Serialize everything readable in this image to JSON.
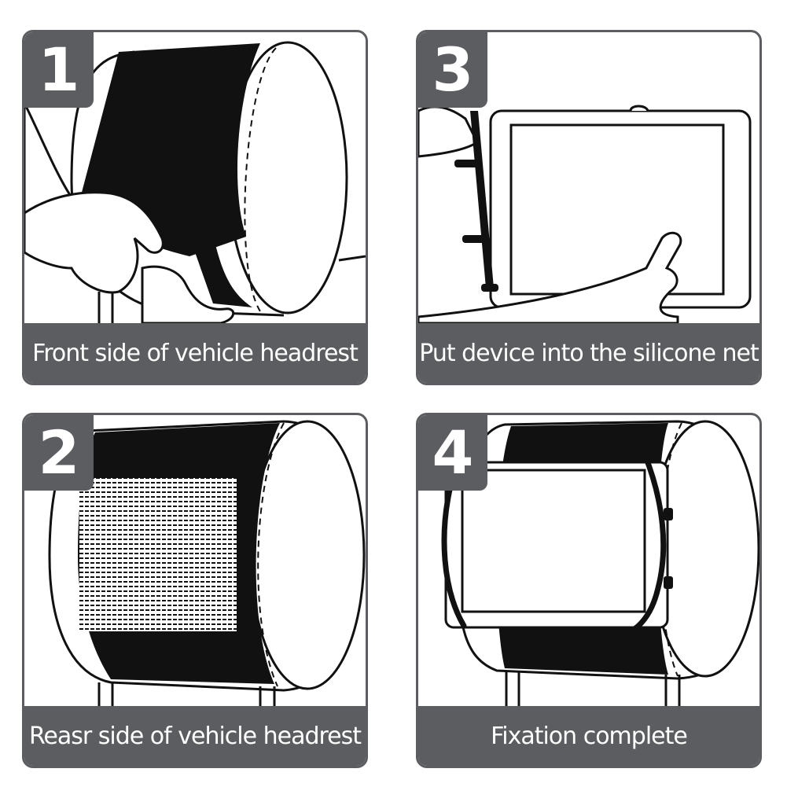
{
  "steps": [
    {
      "number": "1",
      "caption": "Front side of vehicle headrest"
    },
    {
      "number": "3",
      "caption": "Put device into the silicone net"
    },
    {
      "number": "2",
      "caption": "Reasr side of vehicle headrest"
    },
    {
      "number": "4",
      "caption": "Fixation complete"
    }
  ],
  "colors": {
    "badge": "#5b5d60",
    "text": "#ffffff",
    "line": "#111111"
  }
}
